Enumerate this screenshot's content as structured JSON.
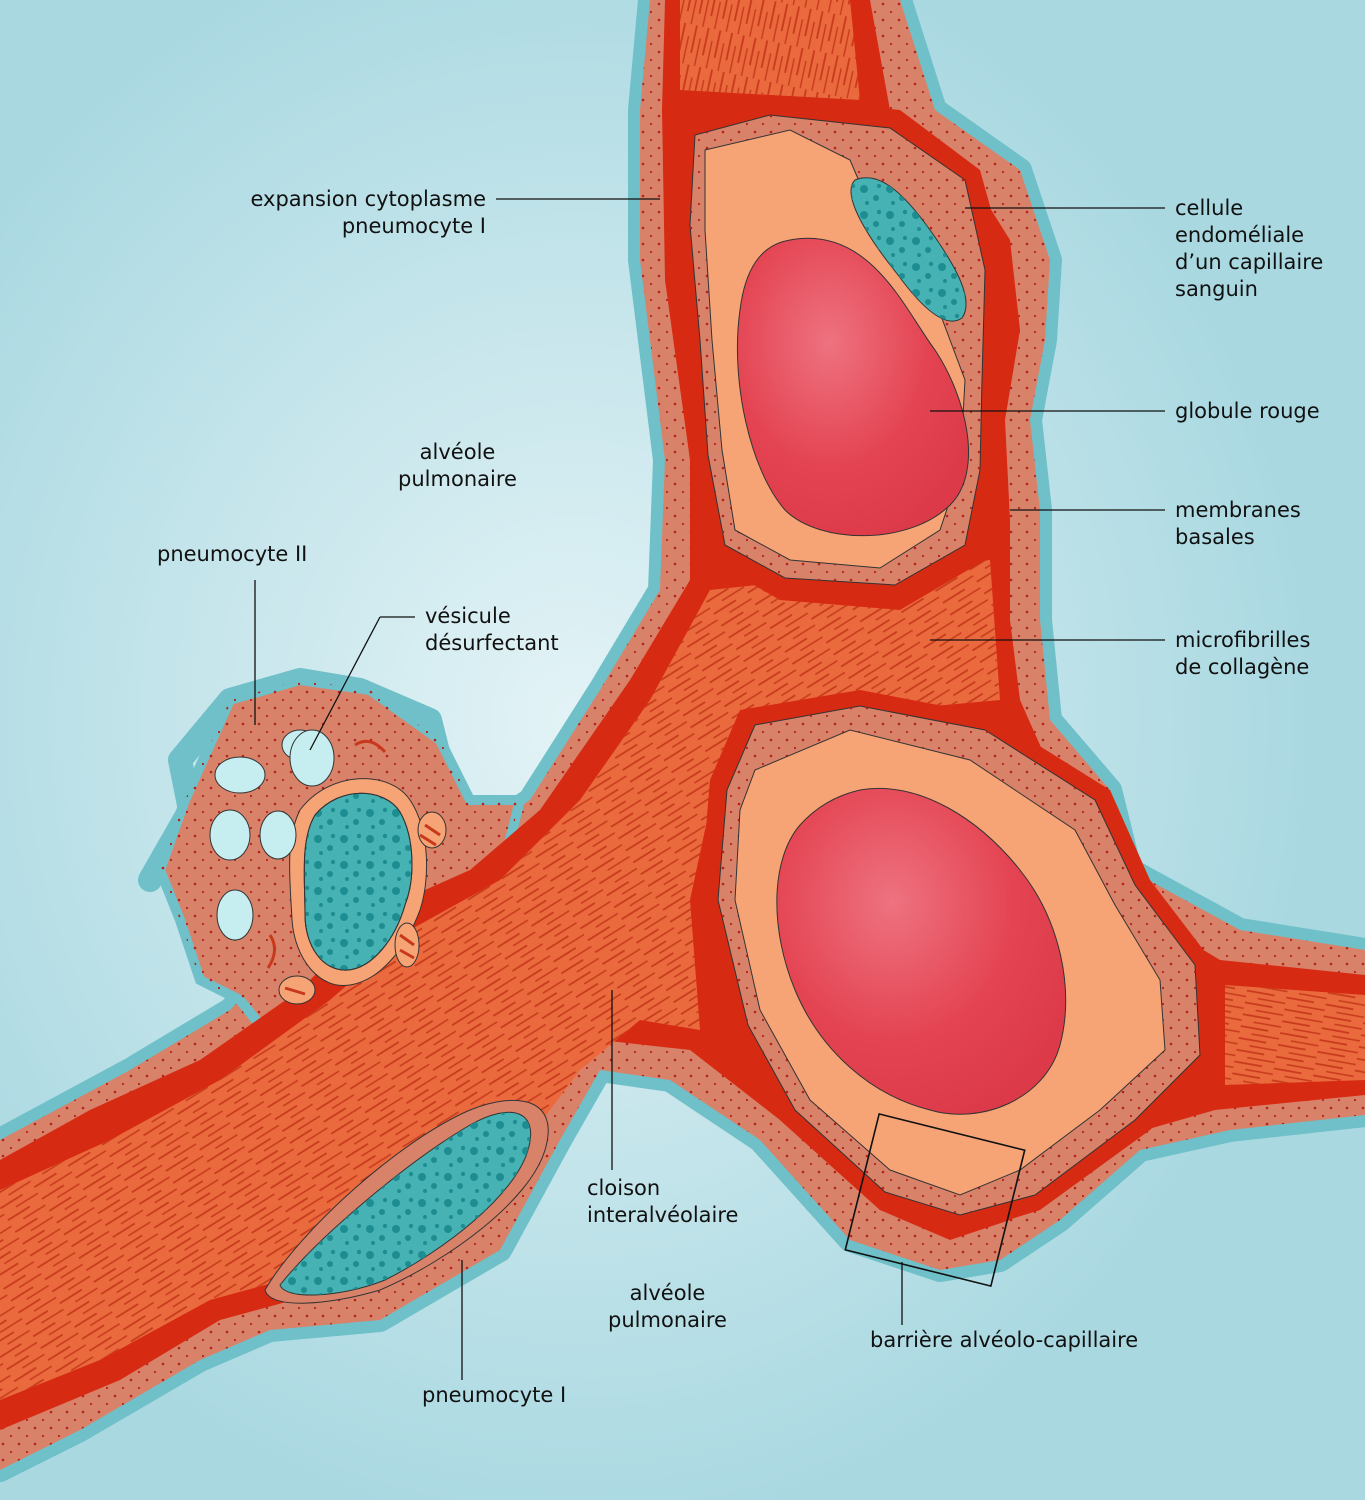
{
  "labels": {
    "expansion": "expansion cytoplasme\npneumocyte I",
    "cellule": "cellule\nendoméliale\nd’un capillaire\nsanguin",
    "globule": "globule rouge",
    "membranes": "membranes\nbasales",
    "microfibrilles": "microfibrilles\nde collagène",
    "alveole_top": "alvéole\npulmonaire",
    "pneumocyte2": "pneumocyte II",
    "vesicule": "vésicule\ndésurfectant",
    "cloison": "cloison\ninteralvéolaire",
    "alveole_bottom": "alvéole\npulmonaire",
    "barriere": "barrière alvéolo-capillaire",
    "pneumocyte1": "pneumocyte I"
  },
  "colors": {
    "alveolus_bg": "#a9d8e1",
    "alveolus_light": "#dff1f5",
    "epithelium_rim": "#6fc0c8",
    "epithelium": "#d9826a",
    "basement_membrane": "#d62a12",
    "collagen": "#ea6a3e",
    "endothelium": "#f6a476",
    "red_blood_cell": "#e44452",
    "nucleus": "#46b2b4",
    "nucleus_dots": "#1d8d91",
    "vesicle": "#c6eef0"
  }
}
